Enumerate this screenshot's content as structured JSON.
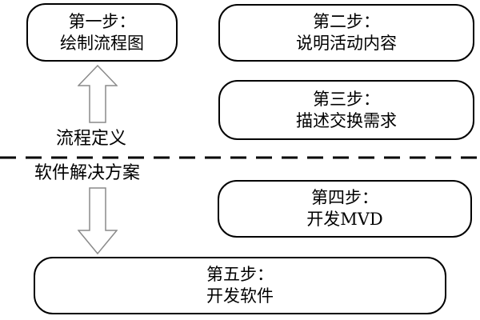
{
  "diagram": {
    "boxes": [
      {
        "id": "step1",
        "line1": "第一步：",
        "line2": "绘制流程图"
      },
      {
        "id": "step2",
        "line1": "第二步：",
        "line2": "说明活动内容"
      },
      {
        "id": "step3",
        "line1": "第三步：",
        "line2": "描述交换需求"
      },
      {
        "id": "step4",
        "line1": "第四步：",
        "line2": "开发MVD"
      },
      {
        "id": "step5",
        "line1": "第五步：",
        "line2": "开发软件"
      }
    ],
    "labels": {
      "above_divider": "流程定义",
      "below_divider": "软件解决方案"
    },
    "icons": {
      "up_arrow": "hollow-up-arrow",
      "down_arrow": "hollow-down-arrow",
      "divider": "horizontal-dashed-line"
    },
    "colors": {
      "background": "#ffffff",
      "box_border": "#000000",
      "text": "#000000",
      "arrow_stroke": "#8a8a8a",
      "arrow_fill": "#ffffff",
      "divider": "#000000"
    }
  }
}
